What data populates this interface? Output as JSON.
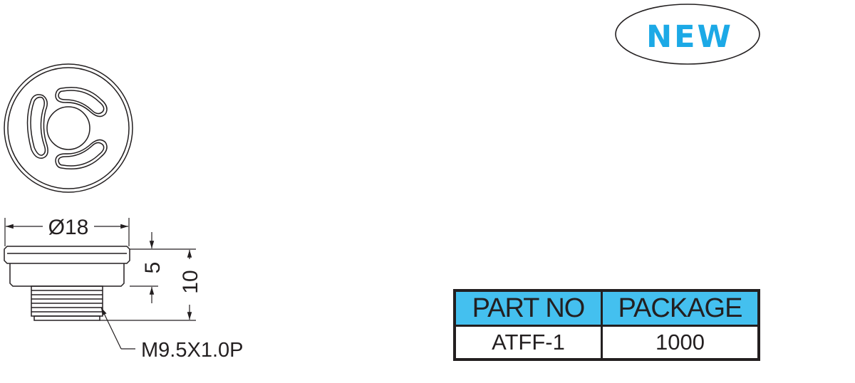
{
  "badge": {
    "text": "NEW",
    "color": "#1ca9e6"
  },
  "dimensions": {
    "diameter": "Ø18",
    "height_flange": "5",
    "height_total": "10",
    "thread": "M9.5X1.0P"
  },
  "table": {
    "headers": [
      "PART NO",
      "PACKAGE"
    ],
    "rows": [
      [
        "ATFF-1",
        "1000"
      ]
    ],
    "header_color": "#44c0ef"
  }
}
